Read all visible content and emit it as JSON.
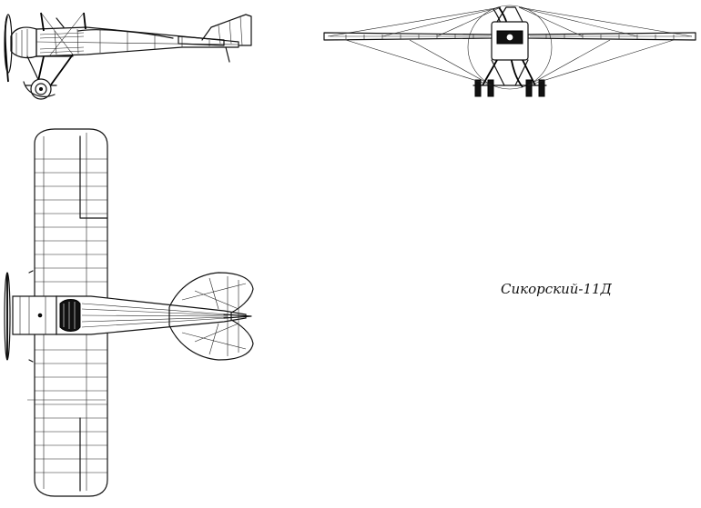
{
  "caption": "Сикорский-11Д",
  "views": {
    "side": "side-view",
    "front": "front-view",
    "top": "top-view"
  }
}
